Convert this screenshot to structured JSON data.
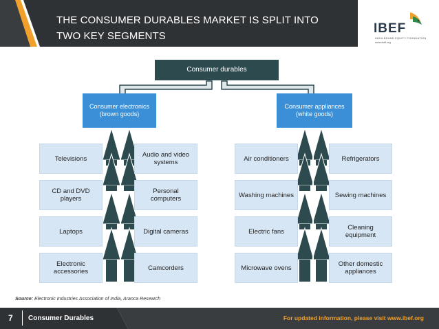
{
  "header": {
    "title_line1": "THE CONSUMER DURABLES MARKET IS SPLIT INTO",
    "title_line2": "TWO KEY SEGMENTS"
  },
  "logo": {
    "text": "IBEF",
    "tagline": "INDIA BRAND EQUITY FOUNDATION",
    "url": "www.ibef.org"
  },
  "diagram": {
    "root": "Consumer durables",
    "segments": [
      {
        "name_line1": "Consumer electronics",
        "name_line2": "(brown goods)",
        "left_items": [
          "Televisions",
          "CD and DVD players",
          "Laptops",
          "Electronic accessories"
        ],
        "right_items": [
          "Audio and video systems",
          "Personal computers",
          "Digital cameras",
          "Camcorders"
        ]
      },
      {
        "name_line1": "Consumer appliances",
        "name_line2": "(white goods)",
        "left_items": [
          "Air conditioners",
          "Washing machines",
          "Electric fans",
          "Microwave ovens"
        ],
        "right_items": [
          "Refrigerators",
          "Sewing machines",
          "Cleaning equipment",
          "Other domestic appliances"
        ]
      }
    ]
  },
  "source": {
    "label": "Source:",
    "text": "Electronic Industries Association of India, Aranca Research"
  },
  "footer": {
    "page_number": "7",
    "title": "Consumer Durables",
    "link_text": "For updated information, please visit www.ibef.org"
  },
  "colors": {
    "dark_teal": "#2d4a4f",
    "header_bg": "#2f3235",
    "accent_orange": "#f0a12c",
    "segment_blue": "#3a8fd6",
    "leaf_blue": "#d7e6f5"
  }
}
